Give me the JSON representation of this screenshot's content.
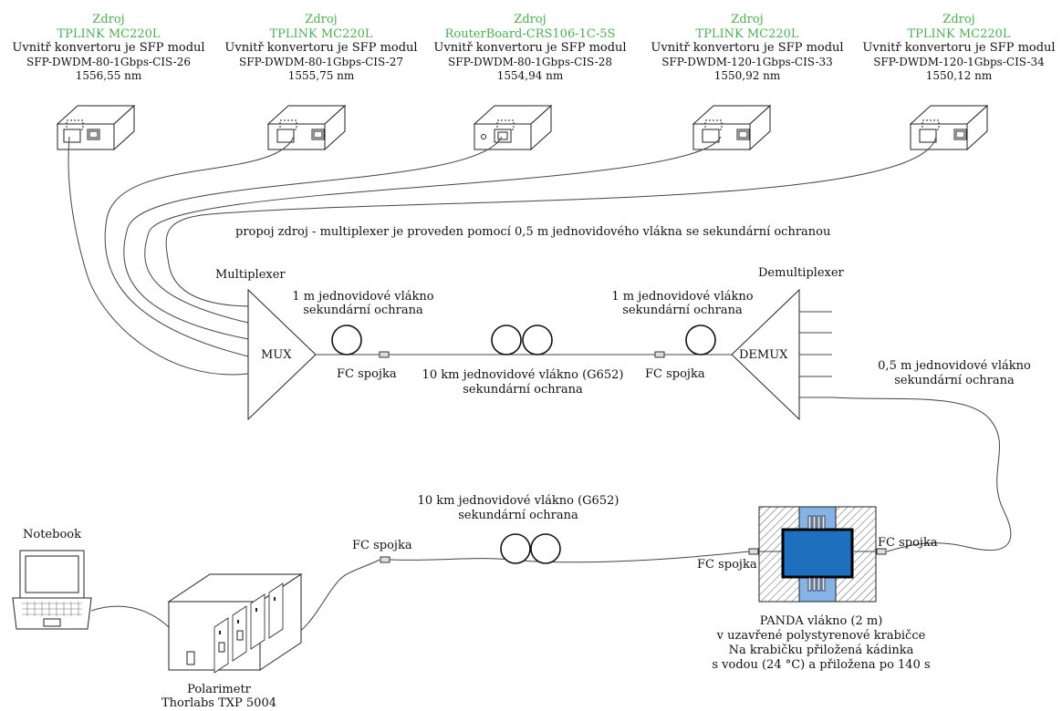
{
  "sources": [
    {
      "label": "Zdroj",
      "device": "TPLINK MC220L",
      "desc": "Uvnitř konvertoru je SFP modul",
      "module": "SFP-DWDM-80-1Gbps-CIS-26",
      "wavelength": "1556,55 nm"
    },
    {
      "label": "Zdroj",
      "device": "TPLINK MC220L",
      "desc": "Uvnitř konvertoru je SFP modul",
      "module": "SFP-DWDM-80-1Gbps-CIS-27",
      "wavelength": "1555,75 nm"
    },
    {
      "label": "Zdroj",
      "device": "RouterBoard-CRS106-1C-5S",
      "desc": "Uvnitř konvertoru je SFP modul",
      "module": "SFP-DWDM-80-1Gbps-CIS-28",
      "wavelength": "1554,94 nm"
    },
    {
      "label": "Zdroj",
      "device": "TPLINK MC220L",
      "desc": "Uvnitř konvertoru je SFP modul",
      "module": "SFP-DWDM-120-1Gbps-CIS-33",
      "wavelength": "1550,92 nm"
    },
    {
      "label": "Zdroj",
      "device": "TPLINK MC220L",
      "desc": "Uvnitř konvertoru je SFP modul",
      "module": "SFP-DWDM-120-1Gbps-CIS-34",
      "wavelength": "1550,12 nm"
    }
  ],
  "note_patch": "propoj zdroj - multiplexer je proveden pomocí 0,5 m jednovidového vlákna se sekundární ochranou",
  "mux": {
    "title": "Multiplexer",
    "label": "MUX"
  },
  "demux": {
    "title": "Demultiplexer",
    "label": "DEMUX"
  },
  "fiber_1m_left": {
    "line1": "1 m jednovidové vlákno",
    "line2": "sekundární ochrana"
  },
  "fiber_1m_right": {
    "line1": "1 m jednovidové vlákno",
    "line2": "sekundární ochrana"
  },
  "fiber_10km_top": {
    "line1": "10 km jednovidové vlákno (G652)",
    "line2": "sekundární ochrana"
  },
  "fiber_10km_bottom": {
    "line1": "10 km jednovidové vlákno (G652)",
    "line2": "sekundární ochrana"
  },
  "fiber_05m": {
    "line1": "0,5 m jednovidové vlákno",
    "line2": "sekundární ochrana"
  },
  "fc": "FC spojka",
  "notebook": "Notebook",
  "polarimeter": {
    "line1": "Polarimetr",
    "line2": "Thorlabs TXP 5004"
  },
  "panda": {
    "line1": "PANDA vlákno (2 m)",
    "line2": "v uzavřené polystyrenové krabičce",
    "line3": "Na krabičku přiložená kádinka",
    "line4": "s vodou (24 °C) a přiložena po 140 s"
  },
  "colors": {
    "source_green": "#4caf50",
    "box_blue": "#1f6fbf",
    "strip_blue": "#86b3e6",
    "hatch": "#555555"
  }
}
